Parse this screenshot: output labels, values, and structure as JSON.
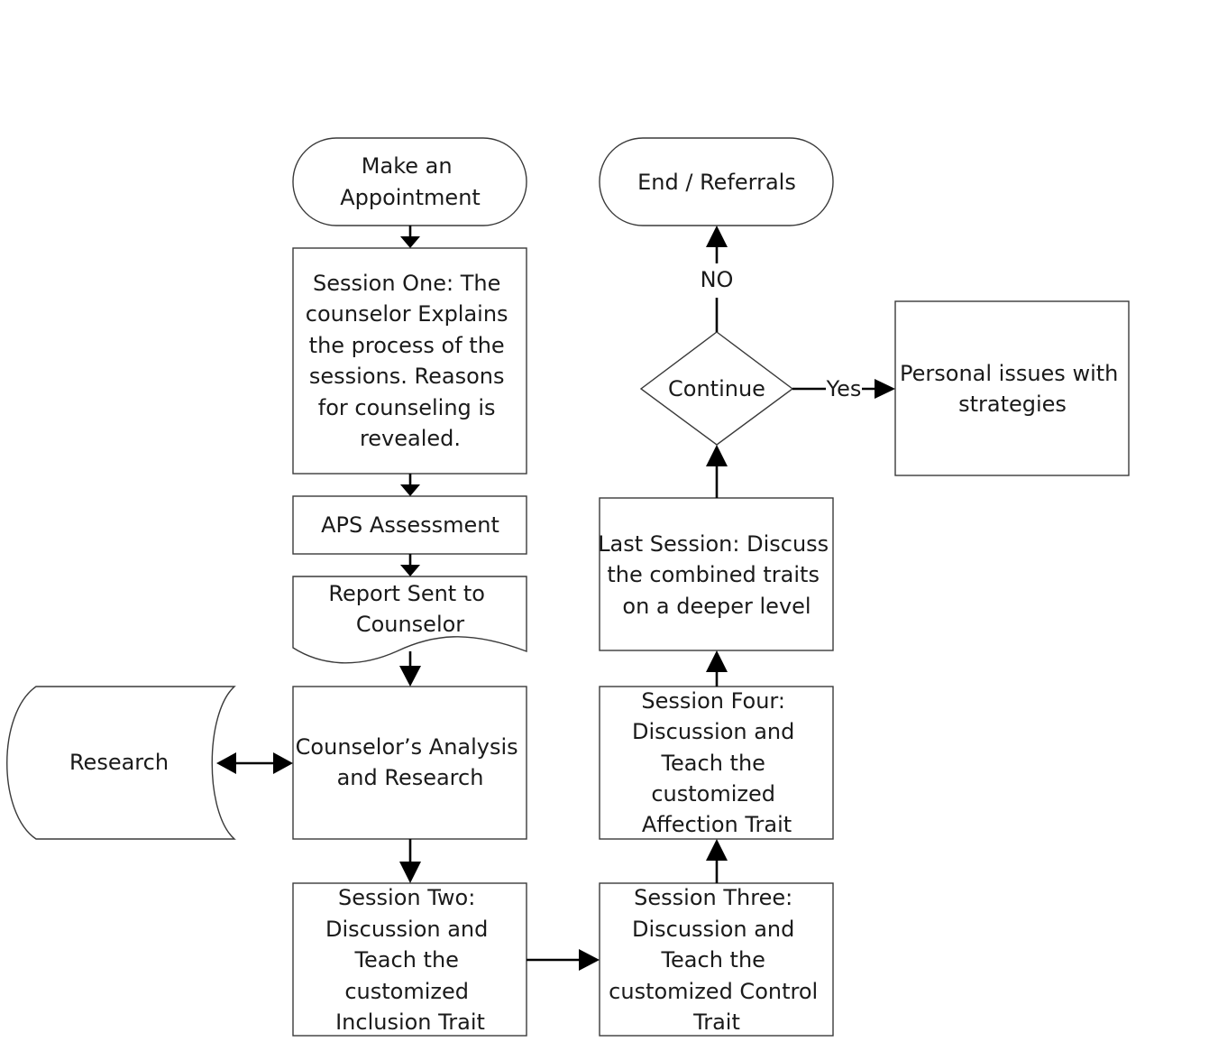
{
  "nodes": {
    "appointment": {
      "shape": "terminator",
      "lines": [
        "Make an",
        "Appointment"
      ]
    },
    "session_one": {
      "shape": "process",
      "lines": [
        "Session One: The",
        "counselor Explains",
        "the process of the",
        "sessions. Reasons",
        "for counseling is",
        "revealed."
      ]
    },
    "aps": {
      "shape": "process",
      "lines": [
        "APS Assessment"
      ]
    },
    "report": {
      "shape": "document",
      "lines": [
        "Report Sent to",
        "Counselor"
      ]
    },
    "research": {
      "shape": "stored-data",
      "lines": [
        "Research"
      ]
    },
    "analysis": {
      "shape": "process",
      "lines": [
        "Counselor’s Analysis",
        "and Research"
      ]
    },
    "session_two": {
      "shape": "process",
      "lines": [
        "Session Two:",
        "Discussion and",
        "Teach the",
        "customized",
        "Inclusion Trait"
      ]
    },
    "session_three": {
      "shape": "process",
      "lines": [
        "Session Three:",
        "Discussion and",
        "Teach the",
        "customized Control",
        "Trait"
      ]
    },
    "session_four": {
      "shape": "process",
      "lines": [
        "Session Four:",
        "Discussion and",
        "Teach the",
        "customized",
        "Affection Trait"
      ]
    },
    "last_session": {
      "shape": "process",
      "lines": [
        "Last Session: Discuss",
        "the combined traits",
        "on a deeper level"
      ]
    },
    "continue": {
      "shape": "decision",
      "lines": [
        "Continue"
      ]
    },
    "end": {
      "shape": "terminator",
      "lines": [
        "End / Referrals"
      ]
    },
    "personal": {
      "shape": "process",
      "lines": [
        "Personal issues with",
        "strategies"
      ]
    }
  },
  "edges": [
    {
      "from": "appointment",
      "to": "session_one",
      "label": ""
    },
    {
      "from": "session_one",
      "to": "aps",
      "label": ""
    },
    {
      "from": "aps",
      "to": "report",
      "label": ""
    },
    {
      "from": "report",
      "to": "analysis",
      "label": ""
    },
    {
      "from": "analysis",
      "to": "research",
      "label": "",
      "bidirectional": true
    },
    {
      "from": "analysis",
      "to": "session_two",
      "label": ""
    },
    {
      "from": "session_two",
      "to": "session_three",
      "label": ""
    },
    {
      "from": "session_three",
      "to": "session_four",
      "label": ""
    },
    {
      "from": "session_four",
      "to": "last_session",
      "label": ""
    },
    {
      "from": "last_session",
      "to": "continue",
      "label": ""
    },
    {
      "from": "continue",
      "to": "end",
      "label": "NO"
    },
    {
      "from": "continue",
      "to": "personal",
      "label": "Yes"
    }
  ],
  "colors": {
    "stroke": "#3a3a3a",
    "arrow": "#000000",
    "text": "#1a1a1a",
    "fill": "#ffffff"
  }
}
